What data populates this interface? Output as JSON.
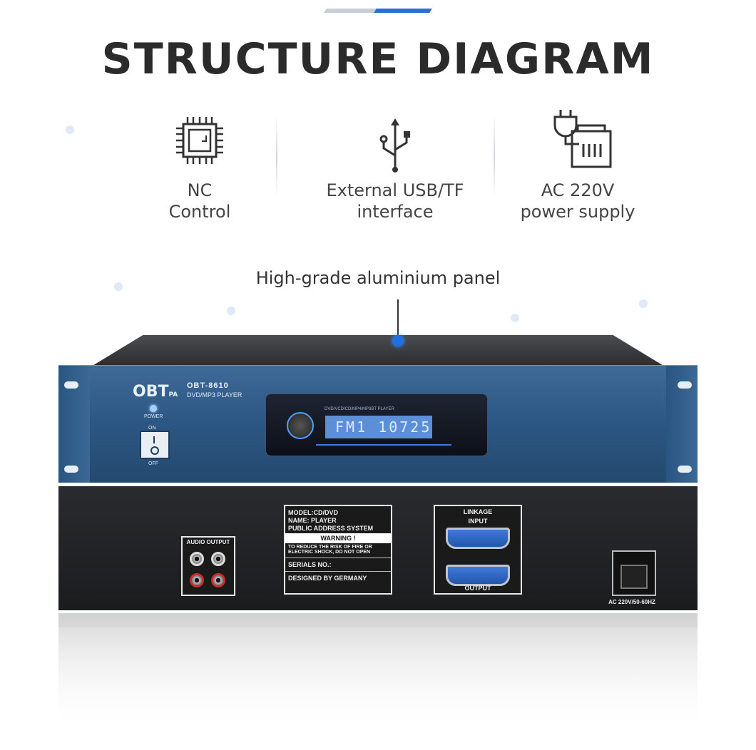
{
  "title": "STRUCTURE DIAGRAM",
  "features": [
    {
      "icon": "chip-icon",
      "line1": "NC",
      "line2": "Control"
    },
    {
      "icon": "usb-icon",
      "line1": "External USB/TF",
      "line2": "interface"
    },
    {
      "icon": "power-plug-icon",
      "line1": "AC 220V",
      "line2": "power supply"
    }
  ],
  "panel_label": "High-grade aluminium panel",
  "device": {
    "brand": "OBT",
    "brand_suffix": "PA",
    "model": "OBT-8610",
    "model_desc": "DVD/MP3 PLAYER",
    "power_label": "POWER",
    "on_label": "ON",
    "off_label": "OFF",
    "lcd_text": "FM1  10725",
    "radio_strip": "DVD/VCD/CD/MP4/MP3BT PLAYER"
  },
  "back_panel": {
    "audio_output": "AUDIO OUTPUT",
    "label_model": "MODEL:CD/DVD",
    "label_name": "NAME: PLAYER",
    "label_system": "PUBLIC ADDRESS SYSTEM",
    "warning": "WARNING !",
    "warning_text1": "TO REDUCE THE RISK OF FIRE OR",
    "warning_text2": "ELECTRIC SHOCK, DO NOT OPEN",
    "serials": "SERIALS NO.:",
    "designed": "DESIGNED BY GERMANY",
    "linkage": "LINKAGE",
    "input": "INPUT",
    "output": "OUTPUT",
    "ac": "AC 220V/50-60HZ"
  }
}
